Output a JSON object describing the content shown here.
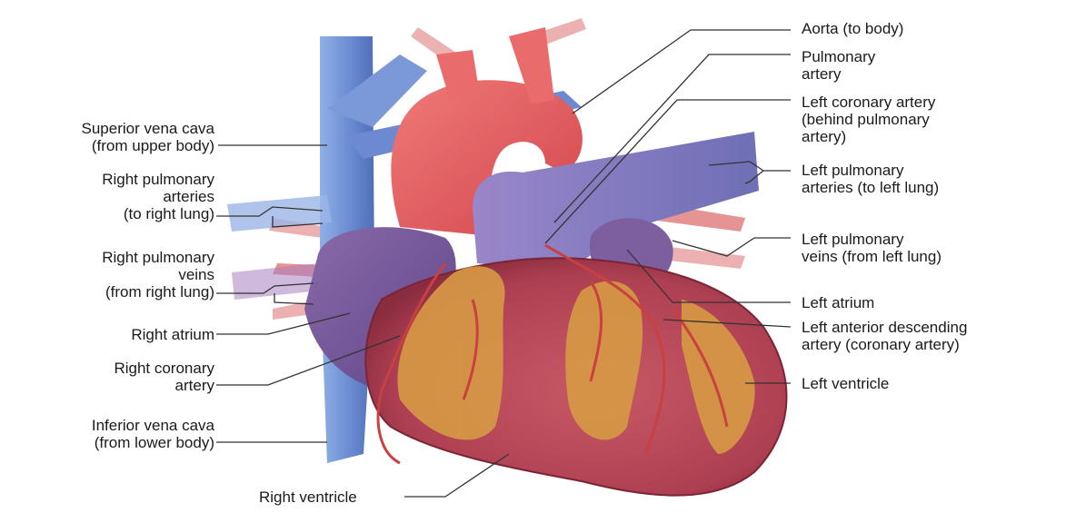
{
  "labels": {
    "aorta": "Aorta (to body)",
    "pulmonary_artery": "Pulmonary\nartery",
    "left_coronary_artery": "Left coronary artery\n(behind pulmonary\nartery)",
    "left_pulmonary_arteries": "Left pulmonary\narteries (to left lung)",
    "left_pulmonary_veins": "Left pulmonary\nveins (from left lung)",
    "left_atrium": "Left atrium",
    "left_anterior_descending": "Left anterior descending\nartery (coronary artery)",
    "left_ventricle": "Left ventricle",
    "superior_vena_cava": "Superior vena cava\n(from upper body)",
    "right_pulmonary_arteries": "Right pulmonary\narteries\n(to right lung)",
    "right_pulmonary_veins": "Right pulmonary\nveins\n(from right lung)",
    "right_atrium": "Right atrium",
    "right_coronary_artery": "Right coronary\nartery",
    "inferior_vena_cava": "Inferior vena cava\n(from lower body)",
    "right_ventricle": "Right ventricle"
  },
  "colors": {
    "vein_blue": "#6f8fd0",
    "artery_red": "#e2575b",
    "heart_muscle": "#c85a66",
    "fat_yellow": "#d79a45",
    "atrium_purple": "#7e5f9e"
  }
}
